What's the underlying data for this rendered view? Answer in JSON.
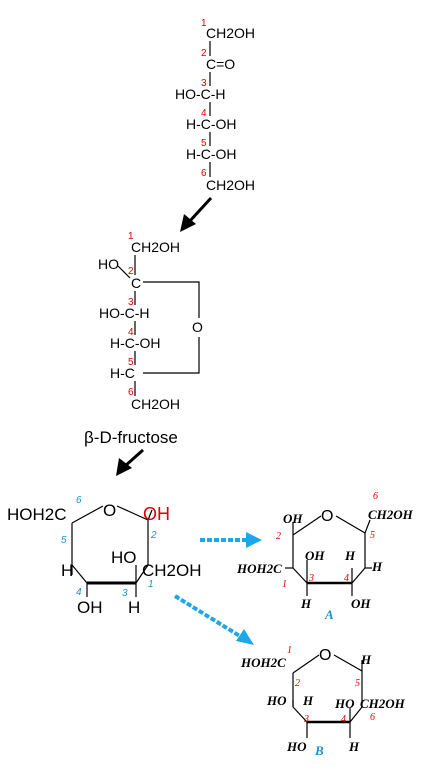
{
  "colors": {
    "ink": "#000000",
    "locant": "#e00000",
    "highlight": "#e00000",
    "alt_locant": "#1e90d0",
    "arrow_blue": "#1ea7e8"
  },
  "open_chain": {
    "c1": "CH2OH",
    "c2": "C=O",
    "c3": "HO-C-H",
    "c4": "H-C-OH",
    "c5": "H-C-OH",
    "c6": "CH2OH"
  },
  "locants": {
    "n1": "1",
    "n2": "2",
    "n3": "3",
    "n4": "4",
    "n5": "5",
    "n6": "6"
  },
  "hemiketal": {
    "c1": "CH2OH",
    "c2_left": "HO",
    "c2": "C",
    "c3": "HO-C-H",
    "c4": "H-C-OH",
    "c5": "H-C",
    "c6": "CH2OH",
    "ring_o": "O"
  },
  "caption": "β-D-fructose",
  "haworth": {
    "c6_group": "HOH2C",
    "ring_o": "O",
    "anomeric_oh": "OH",
    "c2_up": "HO",
    "c2_right": "CH2OH",
    "c5_down": "H",
    "c4_down": "OH",
    "c3_down": "H"
  },
  "form_a": {
    "label": "A",
    "ring_o": "O",
    "c2_oh": "OH",
    "c5_group": "CH2OH",
    "c3_oh": "OH",
    "c4_h": "H",
    "c5_h": "H",
    "c1_group": "HOH2C",
    "c3_h": "H",
    "c4_oh": "OH"
  },
  "form_b": {
    "label": "B",
    "c1_group": "HOH2C",
    "ring_o": "O",
    "c5_h": "H",
    "c2_ho": "HO",
    "c2_h": "H",
    "c4_ho": "HO",
    "c6_group": "CH2OH",
    "c3_ho": "HO",
    "c4_h": "H"
  }
}
